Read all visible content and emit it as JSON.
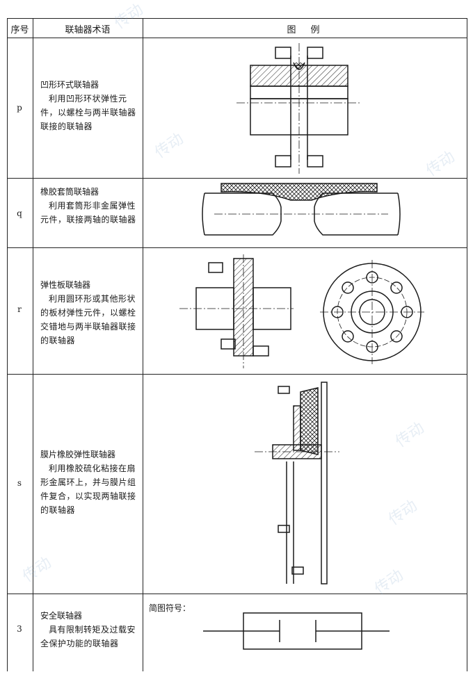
{
  "header": {
    "col_seq": "序号",
    "col_term": "联轴器术语",
    "col_fig": "图　例"
  },
  "rows": [
    {
      "seq": "p",
      "title": "凹形环式联轴器",
      "desc": "利用凹形环状弹性元件，以螺栓与两半联轴器联接的联轴器"
    },
    {
      "seq": "q",
      "title": "橡胶套筒联轴器",
      "desc": "利用套筒形非金属弹性元件，联接两轴的联轴器"
    },
    {
      "seq": "r",
      "title": "弹性板联轴器",
      "desc": "利用圆环形或其他形状的板材弹性元件，以螺栓交错地与两半联轴器联接的联轴器"
    },
    {
      "seq": "s",
      "title": "膜片橡胶弹性联轴器",
      "desc": "利用橡胶硫化粘接在扇形金属环上，并与膜片组件复合，以实现两轴联接的联轴器"
    },
    {
      "seq": "3",
      "title": "安全联轴器",
      "desc": "具有限制转矩及过载安全保护功能的联轴器"
    }
  ],
  "symbol_label": "简图符号：",
  "watermark": "传动"
}
